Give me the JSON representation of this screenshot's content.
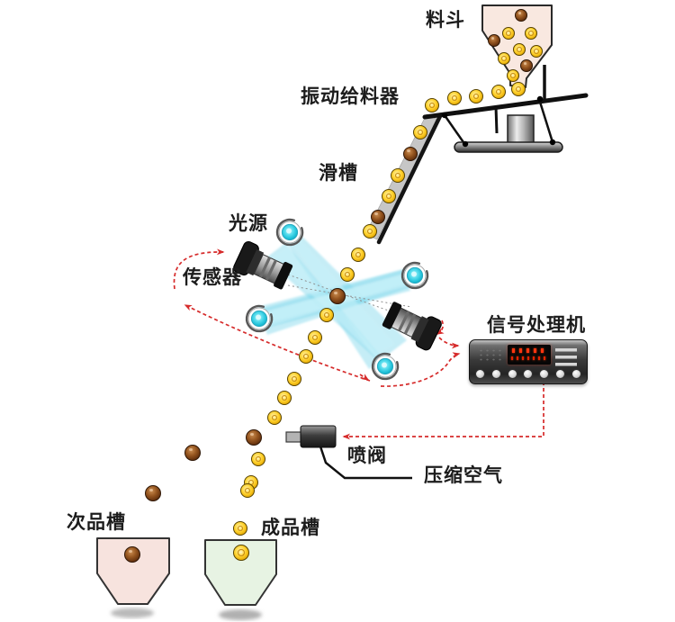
{
  "labels": {
    "hopper": "料斗",
    "feeder": "振动给料器",
    "chute": "滑槽",
    "light_source": "光源",
    "sensor": "传感器",
    "signal_processor": "信号处理机",
    "spray_valve": "喷阀",
    "compressed_air": "压缩空气",
    "reject_chute": "次品槽",
    "accept_chute": "成品槽"
  },
  "colors": {
    "signal_red": "#d62b2b",
    "bead_yellow": "#ffd22e",
    "bead_brown": "#6b3610",
    "light_cyan": "#3fd4e6",
    "beam_cyan": "#7fd8ec",
    "hopper_pink": "#f9e8e0",
    "reject_pink": "#f7e3de",
    "accept_green": "#e7f3e3"
  },
  "processor": {
    "button_count": 7
  },
  "_bead_format": "[type y=good-yellow | b=defect-brown, center-x, center-y, radius]",
  "beads": [
    [
      "b",
      579,
      17,
      7
    ],
    [
      "y",
      565,
      37,
      7
    ],
    [
      "y",
      590,
      37,
      7
    ],
    [
      "b",
      549,
      45,
      7
    ],
    [
      "y",
      577,
      55,
      7
    ],
    [
      "y",
      596,
      57,
      7
    ],
    [
      "y",
      560,
      65,
      7
    ],
    [
      "b",
      585,
      73,
      7
    ],
    [
      "y",
      570,
      84,
      7
    ],
    [
      "y",
      480,
      117,
      8
    ],
    [
      "y",
      505,
      109,
      8
    ],
    [
      "y",
      529,
      107,
      8
    ],
    [
      "y",
      554,
      102,
      8
    ],
    [
      "y",
      576,
      99,
      8
    ],
    [
      "y",
      467,
      147,
      8
    ],
    [
      "b",
      456,
      171,
      8
    ],
    [
      "y",
      442,
      195,
      8
    ],
    [
      "y",
      432,
      218,
      8
    ],
    [
      "b",
      420,
      241,
      8
    ],
    [
      "y",
      411,
      257,
      8
    ],
    [
      "y",
      398,
      283,
      8
    ],
    [
      "y",
      386,
      305,
      8
    ],
    [
      "b",
      375,
      329,
      9
    ],
    [
      "y",
      363,
      350,
      8
    ],
    [
      "y",
      350,
      375,
      8
    ],
    [
      "y",
      340,
      396,
      8
    ],
    [
      "y",
      327,
      421,
      8
    ],
    [
      "y",
      316,
      442,
      8
    ],
    [
      "y",
      305,
      464,
      8
    ],
    [
      "b",
      282,
      486,
      9
    ],
    [
      "y",
      287,
      510,
      8
    ],
    [
      "y",
      279,
      536,
      8
    ],
    [
      "b",
      214,
      503,
      9
    ],
    [
      "b",
      170,
      548,
      9
    ],
    [
      "y",
      275,
      545,
      8
    ],
    [
      "y",
      267,
      587,
      8
    ],
    [
      "y",
      268,
      614,
      9
    ],
    [
      "b",
      147,
      616,
      9
    ]
  ]
}
